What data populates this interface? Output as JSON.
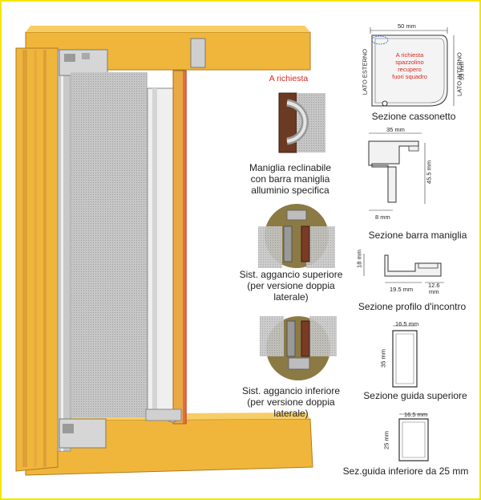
{
  "request_label": "A richiesta",
  "detail_labels": {
    "handle": [
      "Maniglia reclinabile",
      "con barra maniglia",
      "alluminio specifica"
    ],
    "upper_hook": [
      "Sist. aggancio superiore",
      "(per versione doppia",
      "laterale)"
    ],
    "lower_hook": [
      "Sist. aggancio inferiore",
      "(per versione doppia",
      "laterale)"
    ]
  },
  "sections": {
    "cassonetto": {
      "title": "Sezione cassonetto",
      "width": "50 mm",
      "height": "55 mm",
      "side_outer": "LATO ESTERNO",
      "side_inner": "LATO INTERNO",
      "note": [
        "A richiesta",
        "spazzolino",
        "recupero",
        "fuori squadro"
      ]
    },
    "barra_maniglia": {
      "title": "Sezione barra maniglia",
      "width": "35 mm",
      "height": "45.5 mm",
      "base": "8 mm"
    },
    "profilo_incontro": {
      "title": "Sezione profilo d'incontro",
      "height": "18 mm",
      "left": "19.5 mm",
      "right": [
        "12.6",
        "mm"
      ]
    },
    "guida_superiore": {
      "title": "Sezione guida superiore",
      "width": "16.5 mm",
      "height": "35 mm"
    },
    "guida_inferiore": {
      "title": "Sez.guida inferiore da 25 mm",
      "width": "16.5 mm",
      "height": "25 mm"
    }
  },
  "colors": {
    "frame_border": "#f2e600",
    "wood": "#f0b63c",
    "wood_dark": "#c98a1e",
    "mesh": "#b8b8b8",
    "note_red": "#d8261e"
  }
}
